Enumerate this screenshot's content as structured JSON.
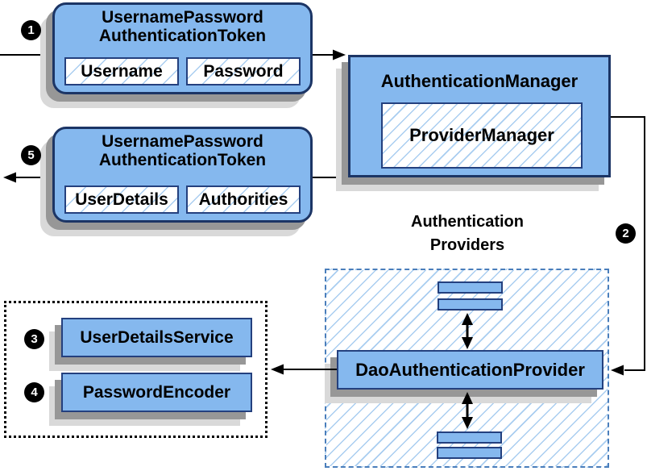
{
  "colors": {
    "fill": "#85B8EE",
    "line_dark": "#1C3565",
    "line_mid": "#24407E",
    "hatch": "#A9CDF0",
    "dashed_border": "#4A7EBB",
    "dotted_border": "#000000",
    "shadow_dark": "#979797",
    "shadow_light": "#D9D9D9",
    "arrow": "#000000"
  },
  "nodes": {
    "request_token": {
      "badge": "1",
      "title_line1": "UsernamePassword",
      "title_line2": "AuthenticationToken",
      "fields": [
        "Username",
        "Password"
      ]
    },
    "auth_manager": {
      "title": "AuthenticationManager",
      "inner": "ProviderManager"
    },
    "response_token": {
      "badge": "5",
      "title_line1": "UsernamePassword",
      "title_line2": "AuthenticationToken",
      "fields": [
        "UserDetails",
        "Authorities"
      ]
    },
    "providers": {
      "badge": "2",
      "heading_line1": "Authentication",
      "heading_line2": "Providers",
      "main_provider": "DaoAuthenticationProvider"
    },
    "collaborators": {
      "items": [
        {
          "badge": "3",
          "label": "UserDetailsService"
        },
        {
          "badge": "4",
          "label": "PasswordEncoder"
        }
      ]
    }
  }
}
